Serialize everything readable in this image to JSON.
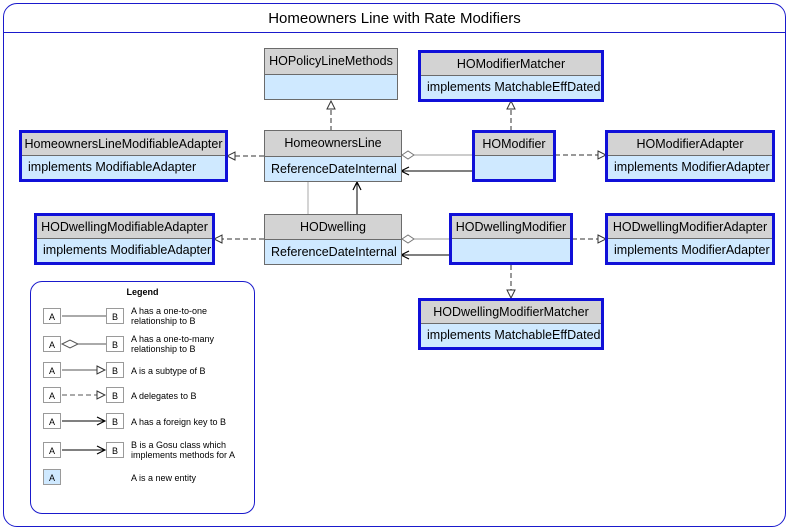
{
  "title": "Homeowners Line with Rate Modifiers",
  "classes": {
    "ho_policy_line_methods": {
      "name": "HOPolicyLineMethods",
      "body": ""
    },
    "ho_modifier_matcher": {
      "name": "HOModifierMatcher",
      "body": "implements MatchableEffDated"
    },
    "homeowners_line_modifiable_adapter": {
      "name": "HomeownersLineModifiableAdapter",
      "body": "implements ModifiableAdapter"
    },
    "homeowners_line": {
      "name": "HomeownersLine",
      "body": "ReferenceDateInternal"
    },
    "ho_modifier": {
      "name": "HOModifier",
      "body": ""
    },
    "ho_modifier_adapter": {
      "name": "HOModifierAdapter",
      "body": "implements ModifierAdapter"
    },
    "ho_dwelling_modifiable_adapter": {
      "name": "HODwellingModifiableAdapter",
      "body": "implements ModifiableAdapter"
    },
    "ho_dwelling": {
      "name": "HODwelling",
      "body": "ReferenceDateInternal"
    },
    "ho_dwelling_modifier": {
      "name": "HODwellingModifier",
      "body": ""
    },
    "ho_dwelling_modifier_adapter": {
      "name": "HODwellingModifierAdapter",
      "body": "implements ModifierAdapter"
    },
    "ho_dwelling_modifier_matcher": {
      "name": "HODwellingModifierMatcher",
      "body": "implements MatchableEffDated"
    }
  },
  "legend": {
    "title": "Legend",
    "box_a": "A",
    "box_b": "B",
    "rows": [
      {
        "text": "A has a one-to-one relationship to B"
      },
      {
        "text": "A has a one-to-many relationship to B"
      },
      {
        "text": "A is a subtype of  B"
      },
      {
        "text": "A delegates to B"
      },
      {
        "text": "A has a foreign key to B"
      },
      {
        "text": "B is a Gosu class which implements methods for A"
      },
      {
        "text": "A is a new entity"
      }
    ]
  },
  "colors": {
    "frame": "#1a1acc",
    "new_entity_border": "#1010d8",
    "class_body": "#cfe9ff",
    "class_header": "#d3d3d3"
  }
}
